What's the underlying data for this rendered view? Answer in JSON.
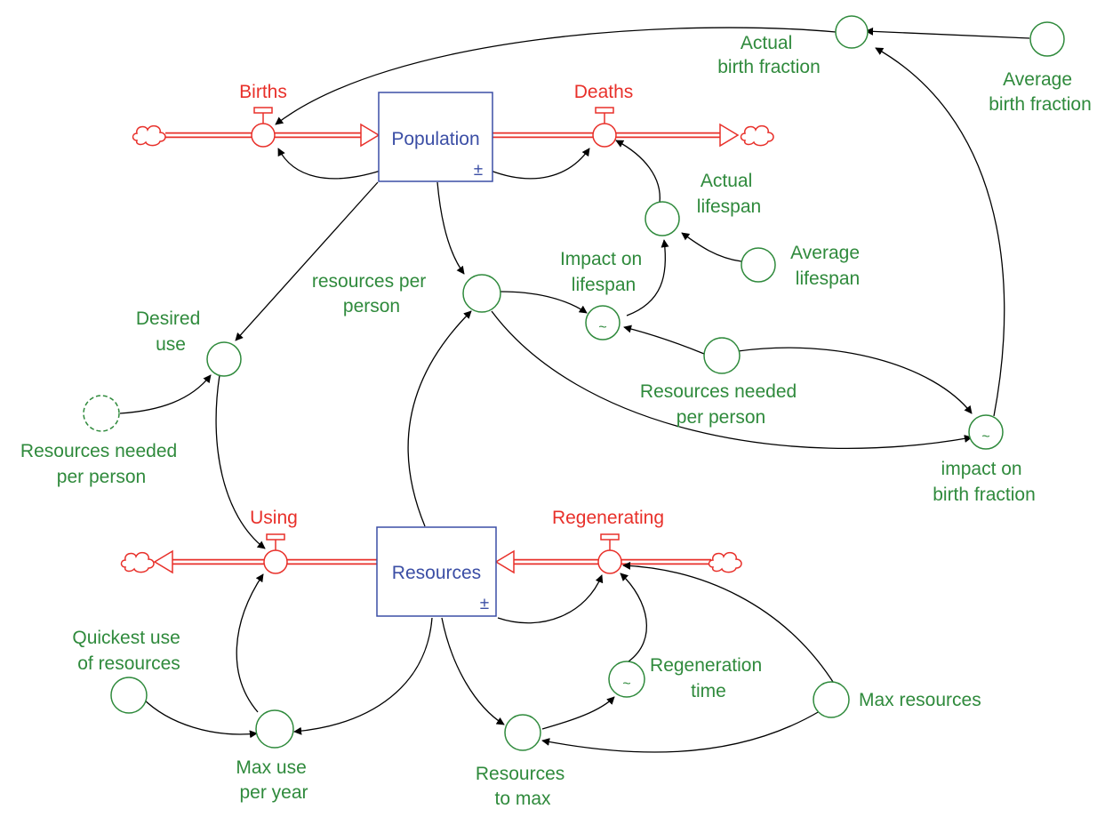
{
  "colors": {
    "stock": "#3b4ea5",
    "flow": "#e8302a",
    "variable": "#2f8a3c",
    "link": "#000000"
  },
  "stocks": {
    "population": {
      "label": "Population",
      "marker": "±"
    },
    "resources": {
      "label": "Resources",
      "marker": "±"
    }
  },
  "flows": {
    "births": {
      "label": "Births"
    },
    "deaths": {
      "label": "Deaths"
    },
    "using": {
      "label": "Using"
    },
    "regenerating": {
      "label": "Regenerating"
    }
  },
  "variables": {
    "actual_birth_fraction": {
      "lines": [
        "Actual",
        "birth fraction"
      ]
    },
    "average_birth_fraction": {
      "lines": [
        "Average",
        "birth fraction"
      ]
    },
    "actual_lifespan": {
      "lines": [
        "Actual",
        "lifespan"
      ]
    },
    "average_lifespan": {
      "lines": [
        "Average",
        "lifespan"
      ]
    },
    "impact_on_lifespan": {
      "lines": [
        "Impact on",
        "lifespan"
      ],
      "graphical": true
    },
    "resources_per_person": {
      "lines": [
        "resources per",
        "person"
      ]
    },
    "desired_use": {
      "lines": [
        "Desired",
        "use"
      ]
    },
    "resources_needed_ghost": {
      "lines": [
        "Resources needed",
        "per person"
      ],
      "ghost": true
    },
    "resources_needed": {
      "lines": [
        "Resources needed",
        "per person"
      ]
    },
    "impact_on_birth_fraction": {
      "lines": [
        "impact on",
        "birth fraction"
      ],
      "graphical": true
    },
    "quickest_use": {
      "lines": [
        "Quickest use",
        "of resources"
      ]
    },
    "max_use_per_year": {
      "lines": [
        "Max use",
        "per year"
      ]
    },
    "resources_to_max": {
      "lines": [
        "Resources",
        "to max"
      ]
    },
    "regeneration_time": {
      "lines": [
        "Regeneration",
        "time"
      ],
      "graphical": true
    },
    "max_resources": {
      "lines": [
        "Max resources"
      ]
    }
  },
  "graphical_symbol": "~"
}
